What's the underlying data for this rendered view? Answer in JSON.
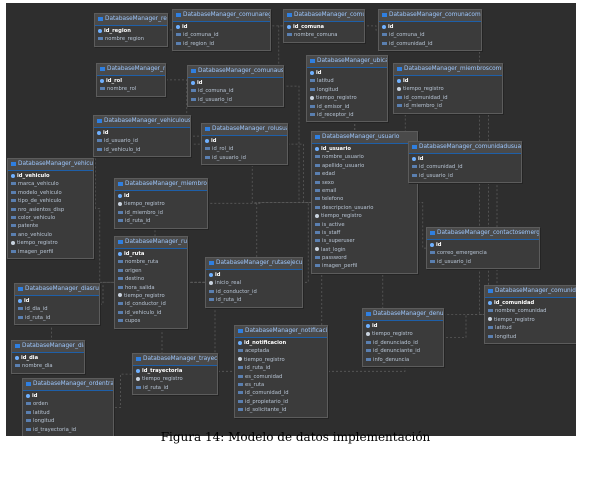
{
  "tables": [
    {
      "name": "DatabaseManager_region",
      "fields": [
        {
          "label": "id_region",
          "kind": "pk"
        },
        {
          "label": "nombre_region",
          "kind": "field"
        }
      ]
    },
    {
      "name": "DatabaseManager_comunaregion",
      "fields": [
        {
          "label": "id",
          "kind": "pk"
        },
        {
          "label": "id_comuna_id",
          "kind": "field"
        },
        {
          "label": "id_region_id",
          "kind": "field"
        }
      ]
    },
    {
      "name": "DatabaseManager_comuna",
      "fields": [
        {
          "label": "id_comuna",
          "kind": "pk"
        },
        {
          "label": "nombre_comuna",
          "kind": "field"
        }
      ]
    },
    {
      "name": "DatabaseManager_comunacomunidad",
      "fields": [
        {
          "label": "id",
          "kind": "pk"
        },
        {
          "label": "id_comuna_id",
          "kind": "field"
        },
        {
          "label": "id_comunidad_id",
          "kind": "field"
        }
      ]
    },
    {
      "name": "DatabaseManager_roles",
      "fields": [
        {
          "label": "id_rol",
          "kind": "pk"
        },
        {
          "label": "nombre_rol",
          "kind": "field"
        }
      ]
    },
    {
      "name": "DatabaseManager_comunausuario",
      "fields": [
        {
          "label": "id",
          "kind": "pk"
        },
        {
          "label": "id_comuna_id",
          "kind": "field"
        },
        {
          "label": "id_usuario_id",
          "kind": "field"
        }
      ]
    },
    {
      "name": "DatabaseManager_ubicacion",
      "fields": [
        {
          "label": "id",
          "kind": "pk"
        },
        {
          "label": "latitud",
          "kind": "field"
        },
        {
          "label": "longitud",
          "kind": "field"
        },
        {
          "label": "tiempo_registro",
          "kind": "time"
        },
        {
          "label": "id_emisor_id",
          "kind": "field"
        },
        {
          "label": "id_receptor_id",
          "kind": "field"
        }
      ]
    },
    {
      "name": "DatabaseManager_miembroscomunidad",
      "fields": [
        {
          "label": "id",
          "kind": "pk"
        },
        {
          "label": "tiempo_registro",
          "kind": "time"
        },
        {
          "label": "id_comunidad_id",
          "kind": "field"
        },
        {
          "label": "id_miembro_id",
          "kind": "field"
        }
      ]
    },
    {
      "name": "DatabaseManager_vehiculousuario",
      "fields": [
        {
          "label": "id",
          "kind": "pk"
        },
        {
          "label": "id_usuario_id",
          "kind": "field"
        },
        {
          "label": "id_vehiculo_id",
          "kind": "field"
        }
      ]
    },
    {
      "name": "DatabaseManager_rolusuario",
      "fields": [
        {
          "label": "id",
          "kind": "pk"
        },
        {
          "label": "id_rol_id",
          "kind": "field"
        },
        {
          "label": "id_usuario_id",
          "kind": "field"
        }
      ]
    },
    {
      "name": "DatabaseManager_usuario",
      "fields": [
        {
          "label": "id_usuario",
          "kind": "pk"
        },
        {
          "label": "nombre_usuario",
          "kind": "field"
        },
        {
          "label": "apellido_usuario",
          "kind": "field"
        },
        {
          "label": "edad",
          "kind": "field"
        },
        {
          "label": "sexo",
          "kind": "field"
        },
        {
          "label": "email",
          "kind": "field"
        },
        {
          "label": "telefono",
          "kind": "field"
        },
        {
          "label": "descripcion_usuario",
          "kind": "field"
        },
        {
          "label": "tiempo_registro",
          "kind": "time"
        },
        {
          "label": "is_active",
          "kind": "field"
        },
        {
          "label": "is_staff",
          "kind": "field"
        },
        {
          "label": "is_superuser",
          "kind": "field"
        },
        {
          "label": "last_login",
          "kind": "time"
        },
        {
          "label": "password",
          "kind": "field"
        },
        {
          "label": "imagen_perfil",
          "kind": "field"
        }
      ]
    },
    {
      "name": "DatabaseManager_comunidadusuario",
      "fields": [
        {
          "label": "id",
          "kind": "pk"
        },
        {
          "label": "id_comunidad_id",
          "kind": "field"
        },
        {
          "label": "id_usuario_id",
          "kind": "field"
        }
      ]
    },
    {
      "name": "DatabaseManager_vehiculos",
      "fields": [
        {
          "label": "id_vehiculo",
          "kind": "pk"
        },
        {
          "label": "marca_vehiculo",
          "kind": "field"
        },
        {
          "label": "modelo_vehiculo",
          "kind": "field"
        },
        {
          "label": "tipo_de_vehiculo",
          "kind": "field"
        },
        {
          "label": "nro_asientos_disp",
          "kind": "field"
        },
        {
          "label": "color_vehiculo",
          "kind": "field"
        },
        {
          "label": "patente",
          "kind": "field"
        },
        {
          "label": "ano_vehiculo",
          "kind": "field"
        },
        {
          "label": "tiempo_registro",
          "kind": "time"
        },
        {
          "label": "imagen_perfil",
          "kind": "field"
        }
      ]
    },
    {
      "name": "DatabaseManager_miembrosruta",
      "fields": [
        {
          "label": "id",
          "kind": "pk"
        },
        {
          "label": "tiempo_registro",
          "kind": "time"
        },
        {
          "label": "id_miembro_id",
          "kind": "field"
        },
        {
          "label": "id_ruta_id",
          "kind": "field"
        }
      ]
    },
    {
      "name": "DatabaseManager_rutas",
      "fields": [
        {
          "label": "id_ruta",
          "kind": "pk"
        },
        {
          "label": "nombre_ruta",
          "kind": "field"
        },
        {
          "label": "origen",
          "kind": "field"
        },
        {
          "label": "destino",
          "kind": "field"
        },
        {
          "label": "hora_salida",
          "kind": "field"
        },
        {
          "label": "tiempo_registro",
          "kind": "time"
        },
        {
          "label": "id_conductor_id",
          "kind": "field"
        },
        {
          "label": "id_vehiculo_id",
          "kind": "field"
        },
        {
          "label": "cupos",
          "kind": "field"
        }
      ]
    },
    {
      "name": "DatabaseManager_rutasejecutadas",
      "fields": [
        {
          "label": "id",
          "kind": "pk"
        },
        {
          "label": "inicio_real",
          "kind": "time"
        },
        {
          "label": "id_conductor_id",
          "kind": "field"
        },
        {
          "label": "id_ruta_id",
          "kind": "field"
        }
      ]
    },
    {
      "name": "DatabaseManager_contactosemergencia",
      "fields": [
        {
          "label": "id",
          "kind": "pk"
        },
        {
          "label": "correo_emergencia",
          "kind": "field"
        },
        {
          "label": "id_usuario_id",
          "kind": "field"
        }
      ]
    },
    {
      "name": "DatabaseManager_diasrutas",
      "fields": [
        {
          "label": "id",
          "kind": "pk"
        },
        {
          "label": "id_dia_id",
          "kind": "field"
        },
        {
          "label": "id_ruta_id",
          "kind": "field"
        }
      ]
    },
    {
      "name": "DatabaseManager_comunidades",
      "fields": [
        {
          "label": "id_comunidad",
          "kind": "pk"
        },
        {
          "label": "nombre_comunidad",
          "kind": "field"
        },
        {
          "label": "tiempo_registro",
          "kind": "time"
        },
        {
          "label": "latitud",
          "kind": "field"
        },
        {
          "label": "longitud",
          "kind": "field"
        }
      ]
    },
    {
      "name": "DatabaseManager_denuncias",
      "fields": [
        {
          "label": "id",
          "kind": "pk"
        },
        {
          "label": "tiempo_registro",
          "kind": "time"
        },
        {
          "label": "id_denunciado_id",
          "kind": "field"
        },
        {
          "label": "id_denunciante_id",
          "kind": "field"
        },
        {
          "label": "info_denuncia",
          "kind": "field"
        }
      ]
    },
    {
      "name": "DatabaseManager_notificaciones",
      "fields": [
        {
          "label": "id_notificacion",
          "kind": "pk"
        },
        {
          "label": "aceptada",
          "kind": "field"
        },
        {
          "label": "tiempo_registro",
          "kind": "time"
        },
        {
          "label": "id_ruta_id",
          "kind": "field"
        },
        {
          "label": "es_comunidad",
          "kind": "field"
        },
        {
          "label": "es_ruta",
          "kind": "field"
        },
        {
          "label": "id_comunidad_id",
          "kind": "field"
        },
        {
          "label": "id_propietario_id",
          "kind": "field"
        },
        {
          "label": "id_solicitante_id",
          "kind": "field"
        }
      ]
    },
    {
      "name": "DatabaseManager_dias",
      "fields": [
        {
          "label": "id_dia",
          "kind": "pk"
        },
        {
          "label": "nombre_dia",
          "kind": "field"
        }
      ]
    },
    {
      "name": "DatabaseManager_trayectoria",
      "fields": [
        {
          "label": "id_trayectoria",
          "kind": "pk"
        },
        {
          "label": "tiempo_registro",
          "kind": "time"
        },
        {
          "label": "id_ruta_id",
          "kind": "field"
        }
      ]
    },
    {
      "name": "DatabaseManager_ordentrayectoria",
      "fields": [
        {
          "label": "id",
          "kind": "pk"
        },
        {
          "label": "orden",
          "kind": "field"
        },
        {
          "label": "latitud",
          "kind": "field"
        },
        {
          "label": "longitud",
          "kind": "field"
        },
        {
          "label": "id_trayectoria_id",
          "kind": "field"
        }
      ]
    }
  ],
  "caption": "Figura 14: Modelo de datos implementación",
  "colors": {
    "background": "#2e2e2e",
    "table": "#3b3b3b",
    "header_text": "#9ec8ff",
    "accent": "#2f7fe0",
    "wire": "#5a5a5a"
  }
}
